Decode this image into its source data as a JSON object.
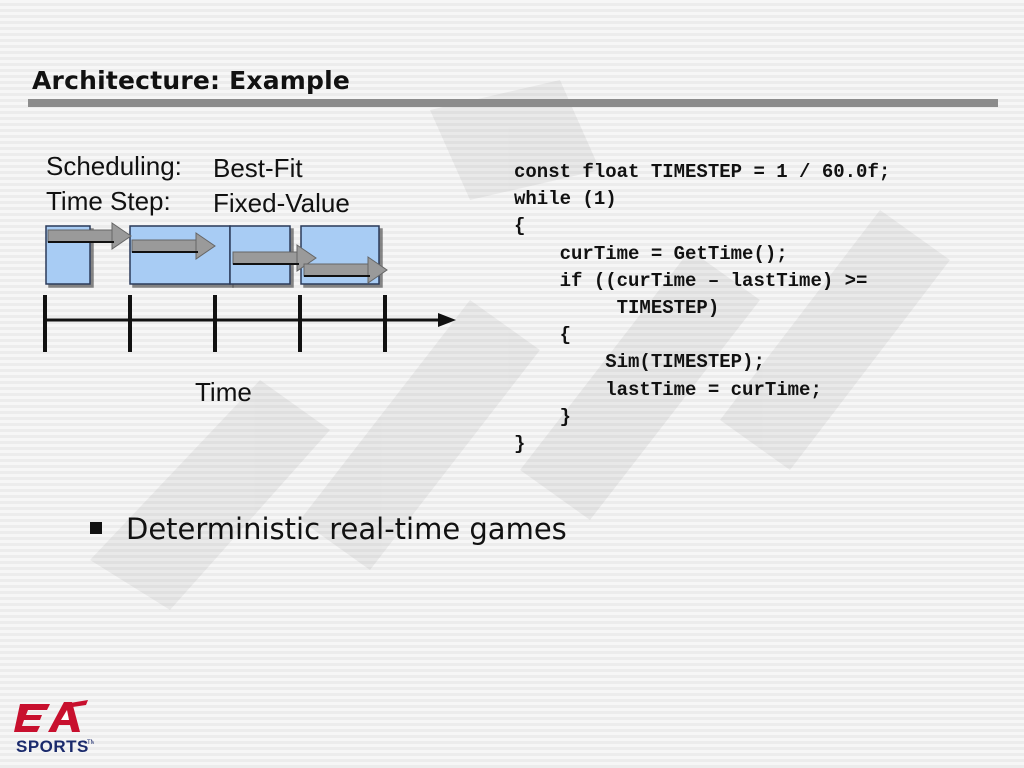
{
  "slide": {
    "title": "Architecture: Example"
  },
  "diagram": {
    "scheduling_label": "Scheduling:",
    "scheduling_value": "Best-Fit",
    "time_step_label": "Time Step:",
    "time_step_value": "Fixed-Value",
    "time_axis_label": "Time"
  },
  "code": {
    "lines": [
      "const float TIMESTEP = 1 / 60.0f;",
      "while (1)",
      "{",
      "    curTime = GetTime();",
      "    if ((curTime – lastTime) >=",
      "         TIMESTEP)",
      "    {",
      "        Sim(TIMESTEP);",
      "        lastTime = curTime;",
      "    }",
      "}"
    ]
  },
  "bullets": [
    "Deterministic real-time games"
  ],
  "logo": {
    "brand": "EA SPORTS",
    "accent_color": "#c8102e"
  }
}
